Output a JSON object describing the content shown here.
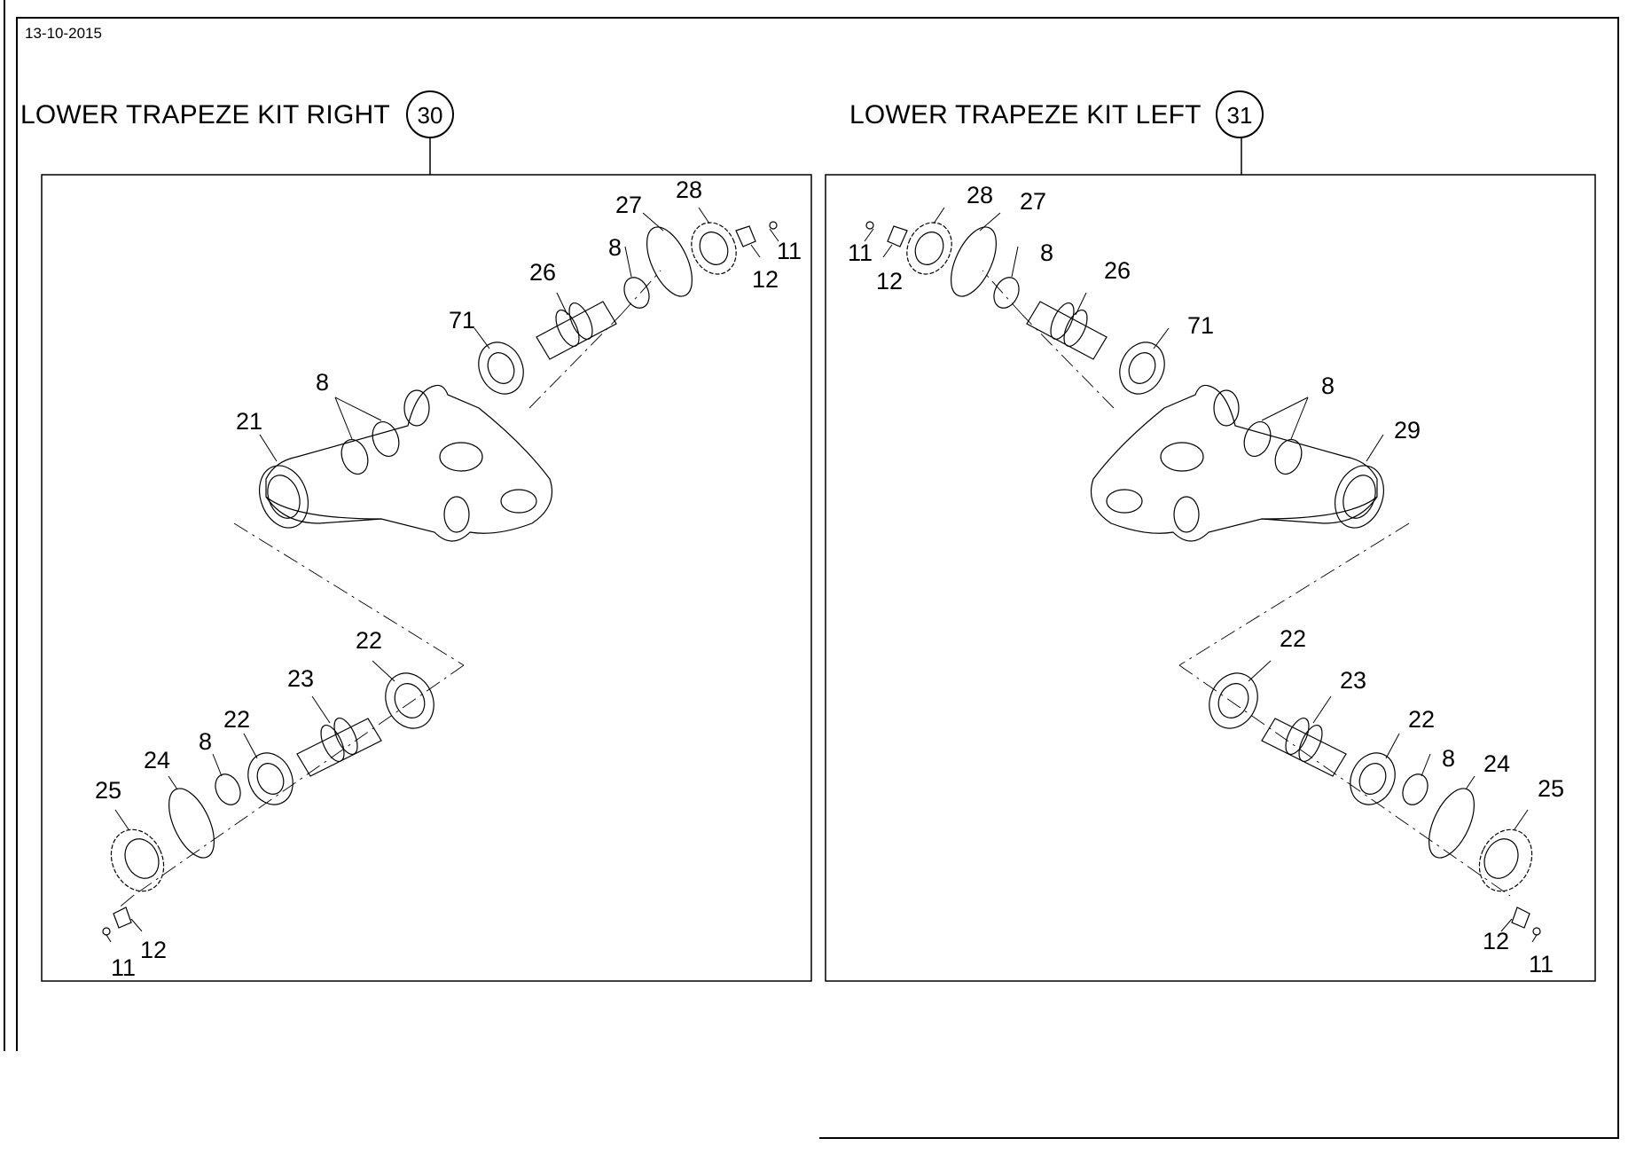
{
  "date": "13-10-2015",
  "kits": [
    {
      "title": "LOWER TRAPEZE KIT RIGHT",
      "number": "30",
      "callouts": [
        "28",
        "27",
        "11",
        "8",
        "12",
        "26",
        "71",
        "8",
        "21",
        "22",
        "23",
        "22",
        "24",
        "8",
        "25",
        "12",
        "11"
      ]
    },
    {
      "title": "LOWER TRAPEZE KIT LEFT",
      "number": "31",
      "callouts": [
        "28",
        "27",
        "11",
        "8",
        "12",
        "26",
        "71",
        "8",
        "29",
        "22",
        "23",
        "22",
        "8",
        "24",
        "25",
        "12",
        "11"
      ]
    }
  ],
  "colors": {
    "line": "#000000",
    "background": "#ffffff"
  }
}
